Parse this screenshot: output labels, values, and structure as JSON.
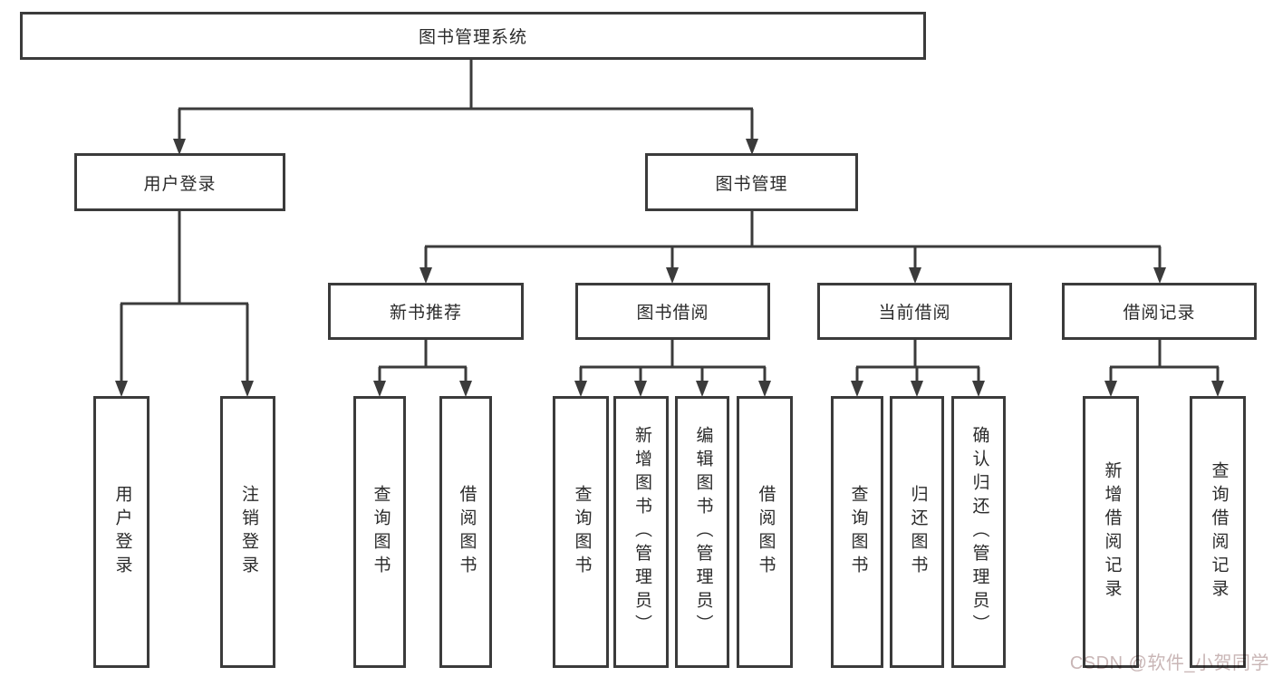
{
  "colors": {
    "line": "#3b3b3b",
    "text": "#2b2b2b",
    "background": "#ffffff",
    "watermark_color": "#c9b6b6"
  },
  "diagram": {
    "root": {
      "label": "图书管理系统"
    },
    "level2": [
      {
        "label": "用户登录"
      },
      {
        "label": "图书管理"
      }
    ],
    "level3": [
      {
        "label": "新书推荐"
      },
      {
        "label": "图书借阅"
      },
      {
        "label": "当前借阅"
      },
      {
        "label": "借阅记录"
      }
    ],
    "leaves": {
      "user_login": [
        {
          "label": "用户登录"
        },
        {
          "label": "注销登录"
        }
      ],
      "new_book": [
        {
          "label": "查询图书"
        },
        {
          "label": "借阅图书"
        }
      ],
      "book_borrow": [
        {
          "label": "查询图书"
        },
        {
          "label": "新增图书（管理员）"
        },
        {
          "label": "编辑图书（管理员）"
        },
        {
          "label": "借阅图书"
        }
      ],
      "current_borrow": [
        {
          "label": "查询图书"
        },
        {
          "label": "归还图书"
        },
        {
          "label": "确认归还（管理员）"
        }
      ],
      "borrow_records": [
        {
          "label": "新增借阅记录"
        },
        {
          "label": "查询借阅记录"
        }
      ]
    }
  },
  "watermark": {
    "text": "CSDN @软件_小贺同学"
  }
}
